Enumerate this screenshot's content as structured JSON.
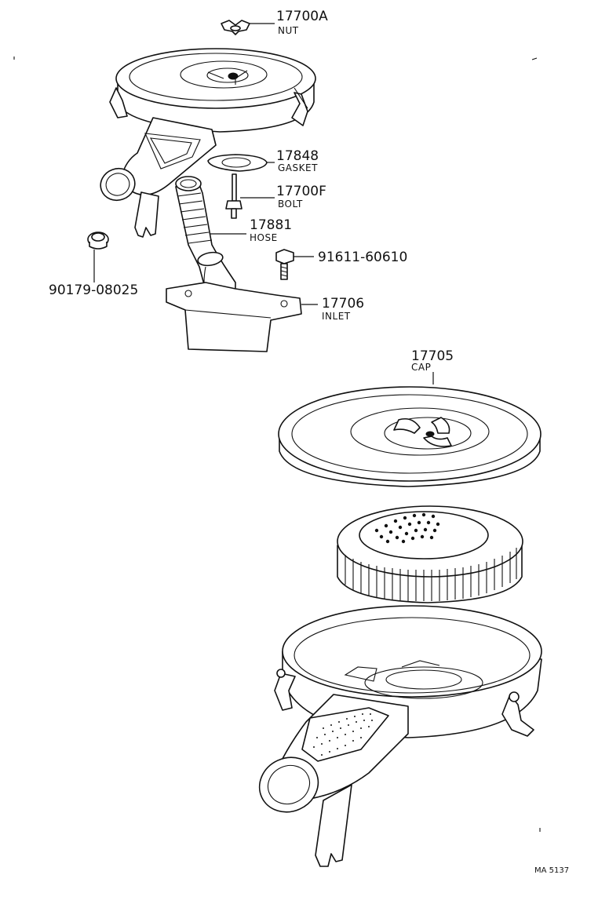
{
  "parts": {
    "nut": {
      "number": "17700A",
      "name": "NUT"
    },
    "gasket": {
      "number": "17848",
      "name": "GASKET"
    },
    "bolt": {
      "number": "17700F",
      "name": "BOLT"
    },
    "hose": {
      "number": "17881",
      "name": "HOSE"
    },
    "screw": {
      "number": "91611-60610"
    },
    "grommet": {
      "number": "90179-08025"
    },
    "inlet": {
      "number": "17706",
      "name": "INLET"
    },
    "cap": {
      "number": "17705",
      "name": "CAP"
    }
  },
  "drawing_code": "MA 5137"
}
